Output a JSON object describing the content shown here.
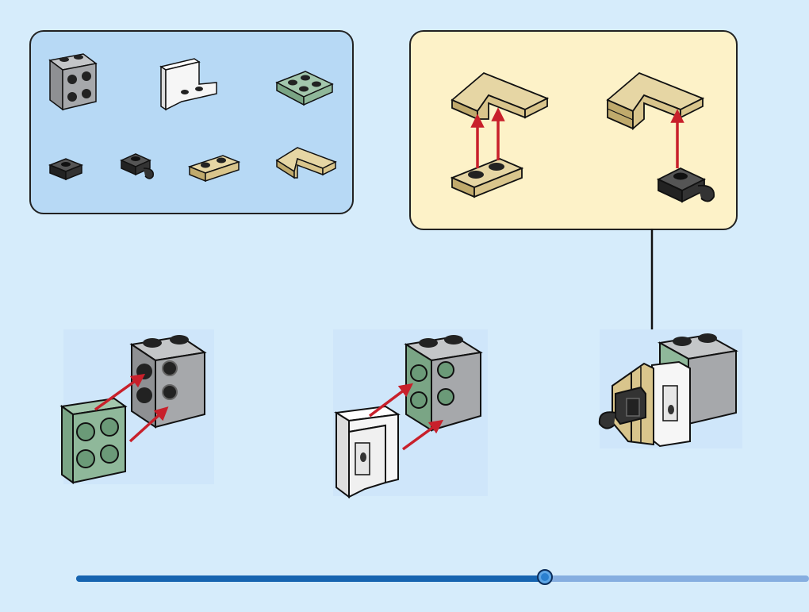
{
  "instruction": {
    "parts_list": [
      "grey-brick-2x2-part",
      "white-bracket-part",
      "green-plate-2x2-part",
      "black-plate-1x1-part",
      "black-clip-plate-part",
      "tan-plate-1x2-part",
      "tan-corner-plate-part"
    ],
    "callout_parts": [
      "tan-corner-plate",
      "tan-plate-1x2",
      "black-clip-plate"
    ],
    "steps": [
      "step-1",
      "step-2",
      "step-3"
    ]
  },
  "progress": {
    "fraction": 0.64
  },
  "colors": {
    "background": "#d6ecfb",
    "parts_panel": "#b7d9f5",
    "callout_panel": "#fdf2c8",
    "arrow": "#c8202b",
    "grey": "#a6a8ab",
    "green": "#8fb89a",
    "tan": "#d9c58c",
    "black": "#2c2c2e",
    "white": "#f6f6f6",
    "progress_fill": "#1664b0",
    "progress_track": "#86aee0"
  }
}
